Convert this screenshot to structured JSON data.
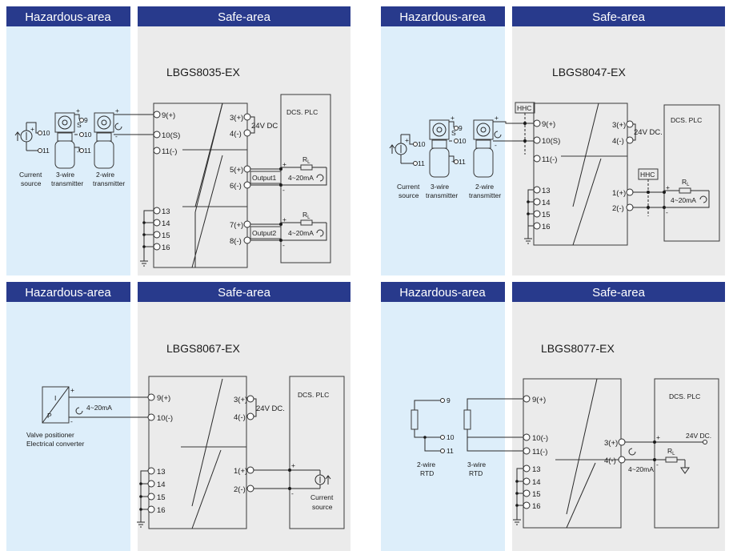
{
  "colors": {
    "header_bg": "#283a8c",
    "hazard_bg": "#ddeefa",
    "safe_bg": "#ebebeb"
  },
  "panels": [
    {
      "hazard_label": "Hazardous-area",
      "safe_label": "Safe-area",
      "model": "LBGS8035-EX",
      "field": {
        "t9": "9",
        "t10": "10",
        "t11": "11",
        "t10b": "10",
        "t11b": "11",
        "s": "S",
        "cs1": "Current",
        "cs2": "source",
        "tw1": "3-wire",
        "tw2": "transmitter",
        "ww1": "2-wire",
        "ww2": "transmitter"
      },
      "terms_left": [
        "9(+)",
        "10(S)",
        "11(-)",
        "13",
        "14",
        "15",
        "16"
      ],
      "supply_terms": [
        "3(+)",
        "4(-)"
      ],
      "supply": "24V DC",
      "out1_terms": [
        "5(+)",
        "6(-)"
      ],
      "out1": "Output1",
      "out2_terms": [
        "7(+)",
        "8(-)"
      ],
      "out2": "Output2",
      "dcs": "DCS. PLC",
      "rl": "R",
      "rl_sub": "L",
      "ma": "4~20mA"
    },
    {
      "hazard_label": "Hazardous-area",
      "safe_label": "Safe-area",
      "model": "LBGS8047-EX",
      "field": {
        "t9": "9",
        "t10": "10",
        "t11": "11",
        "t10b": "10",
        "t11b": "11",
        "s": "S",
        "cs1": "Current",
        "cs2": "source",
        "tw1": "3-wire",
        "tw2": "transmitter",
        "ww1": "2-wire",
        "ww2": "transmitter"
      },
      "hhc": "HHC",
      "terms_left": [
        "9(+)",
        "10(S)",
        "11(-)",
        "13",
        "14",
        "15",
        "16"
      ],
      "supply_terms": [
        "3(+)",
        "4(-)"
      ],
      "supply": "24V DC.",
      "out1_terms": [
        "1(+)",
        "2(-)"
      ],
      "dcs": "DCS. PLC",
      "rl": "R",
      "rl_sub": "L",
      "ma": "4~20mA"
    },
    {
      "hazard_label": "Hazardous-area",
      "safe_label": "Safe-area",
      "model": "LBGS8067-EX",
      "field": {
        "i": "I",
        "p": "P",
        "v1": "Valve positioner",
        "v2": "Electrical converter",
        "ma": "4~20mA"
      },
      "terms_left": [
        "9(+)",
        "10(-)",
        "13",
        "14",
        "15",
        "16"
      ],
      "supply_terms": [
        "3(+)",
        "4(-)"
      ],
      "supply": "24V DC.",
      "out1_terms": [
        "1(+)",
        "2(-)"
      ],
      "dcs": "DCS. PLC",
      "cs1": "Current",
      "cs2": "source"
    },
    {
      "hazard_label": "Hazardous-area",
      "safe_label": "Safe-area",
      "model": "LBGS8077-EX",
      "field": {
        "t9": "9",
        "t10": "10",
        "t11": "11",
        "r1": "2-wire",
        "r2": "RTD",
        "r3": "3-wire",
        "r4": "RTD"
      },
      "terms_left": [
        "9(+)",
        "10(-)",
        "11(-)",
        "13",
        "14",
        "15",
        "16"
      ],
      "out1_terms": [
        "3(+)",
        "4(-)"
      ],
      "supply": "24V DC.",
      "dcs": "DCS. PLC",
      "rl": "R",
      "rl_sub": "L",
      "ma": "4~20mA"
    }
  ]
}
